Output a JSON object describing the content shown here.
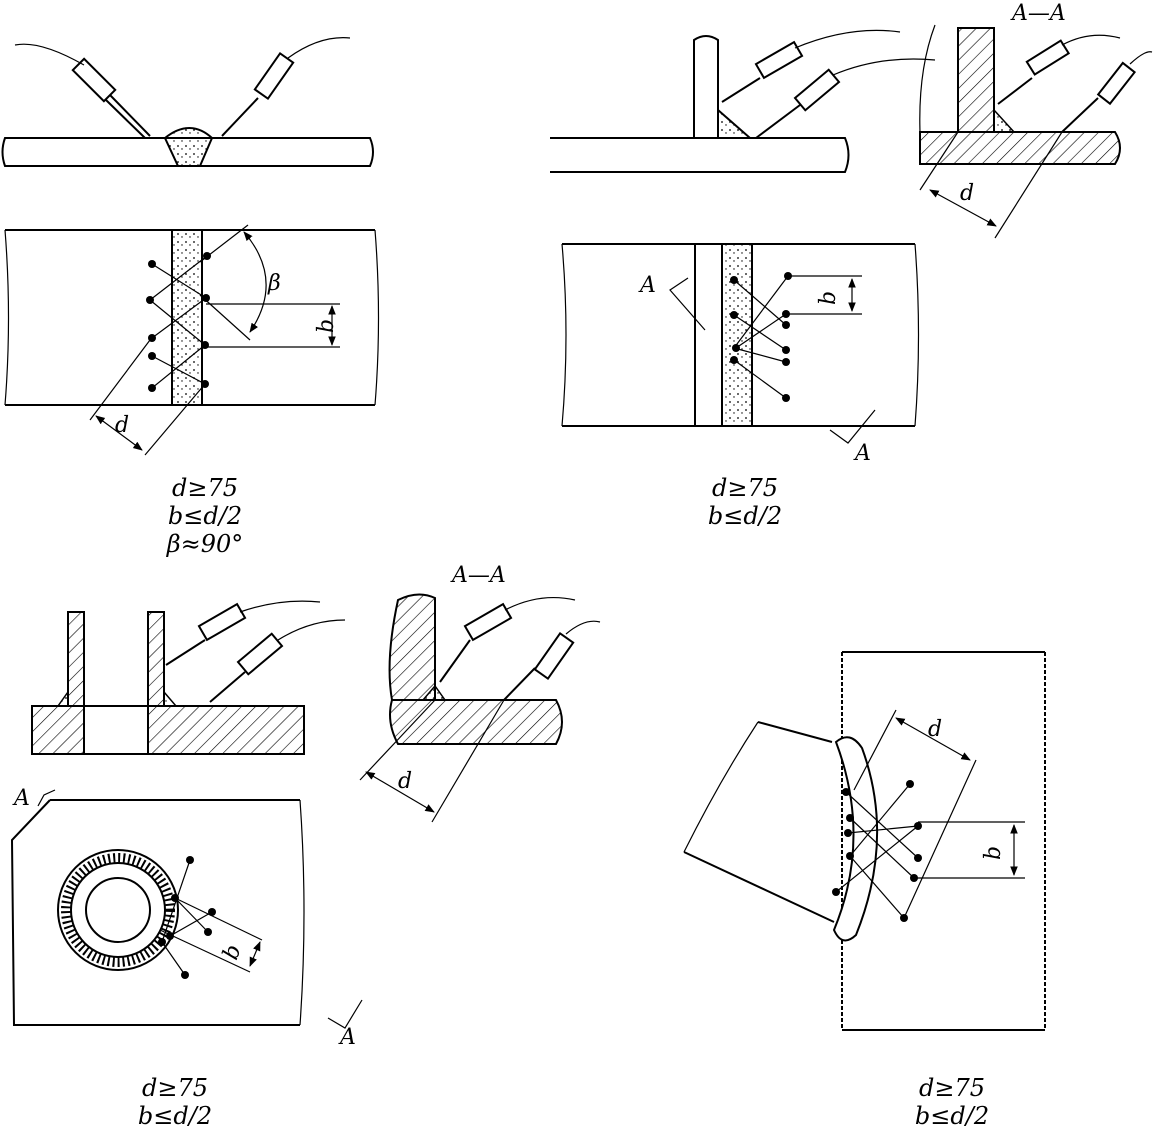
{
  "labels": {
    "d": "d",
    "b": "b",
    "beta": "β",
    "A": "A",
    "section": "A—A"
  },
  "captions": {
    "fig1": [
      "d≥75",
      "b≤d/2",
      "β≈90°"
    ],
    "fig2": [
      "d≥75",
      "b≤d/2"
    ],
    "fig3": [
      "d≥75",
      "b≤d/2"
    ],
    "fig4": [
      "d≥75",
      "b≤d/2"
    ]
  }
}
